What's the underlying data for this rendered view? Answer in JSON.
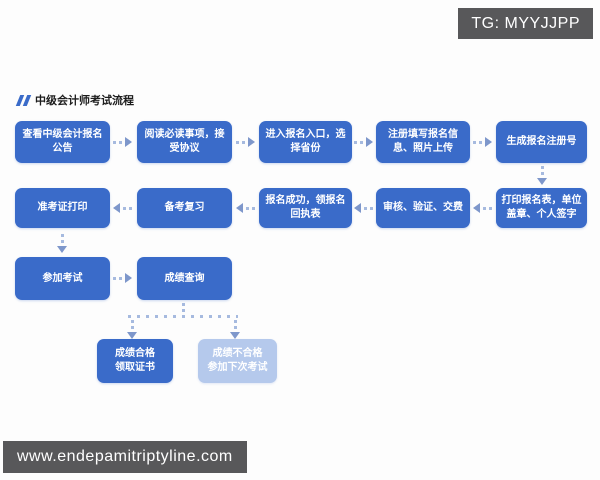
{
  "watermarks": {
    "tg_badge": "TG: MYYJJPP",
    "website_badge": "www.endepamitriptyline.com"
  },
  "title": "中级会计师考试流程",
  "colors": {
    "node_blue": "#3a6bc9",
    "node_light_blue": "#b5c9ec",
    "arrow_dot": "#a6badf",
    "arrow_head": "#7e97cb",
    "badge_background": "#58585a",
    "badge_text": "#ffffff",
    "title_icon": "#3a6bc9"
  },
  "flowchart": {
    "row1": [
      {
        "label": "查看中级会计报名\n公告"
      },
      {
        "label": "阅读必读事项，接\n受协议"
      },
      {
        "label": "进入报名入口，选\n择省份"
      },
      {
        "label": "注册填写报名信\n息、照片上传"
      },
      {
        "label": "生成报名注册号"
      }
    ],
    "row2": [
      {
        "label": "准考证打印"
      },
      {
        "label": "备考复习"
      },
      {
        "label": "报名成功，领报名\n回执表"
      },
      {
        "label": "审核、验证、交费"
      },
      {
        "label": "打印报名表，单位\n盖章、个人签字"
      }
    ],
    "row3": [
      {
        "label": "参加考试"
      },
      {
        "label": "成绩查询"
      }
    ],
    "row4": [
      {
        "label": "成绩合格\n领取证书"
      },
      {
        "label": "成绩不合格\n参加下次考试"
      }
    ]
  }
}
